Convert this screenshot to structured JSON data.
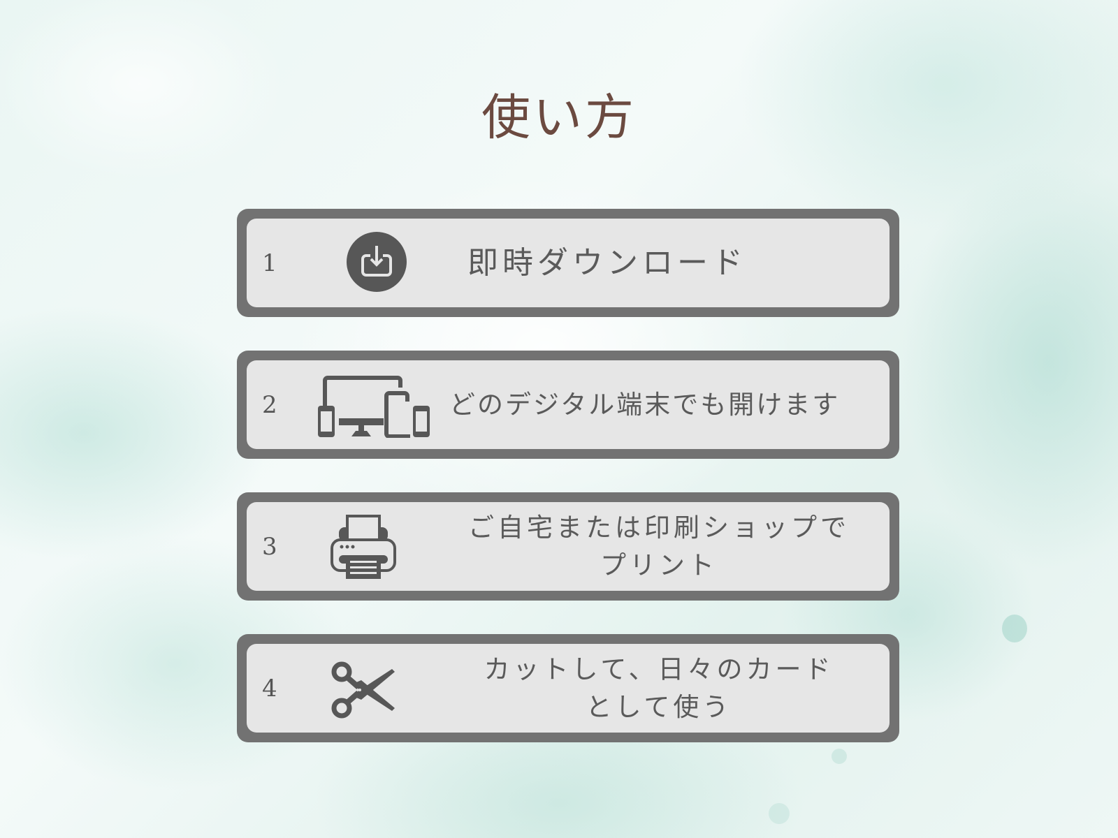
{
  "page": {
    "title": "使い方",
    "colors": {
      "title": "#6b4a40",
      "card_frame": "#727272",
      "card_fill": "#e6e6e6",
      "text": "#5a5a5a",
      "icon": "#575757",
      "background": "#eef7f5"
    }
  },
  "steps": [
    {
      "number": "1",
      "icon": "download-icon",
      "text": "即時ダウンロード"
    },
    {
      "number": "2",
      "icon": "devices-icon",
      "text": "どのデジタル端末でも開けます"
    },
    {
      "number": "3",
      "icon": "printer-icon",
      "line1": "ご自宅または印刷ショップで",
      "line2": "プリント"
    },
    {
      "number": "4",
      "icon": "scissors-icon",
      "line1": "カットして、日々のカード",
      "line2": "として使う"
    }
  ]
}
